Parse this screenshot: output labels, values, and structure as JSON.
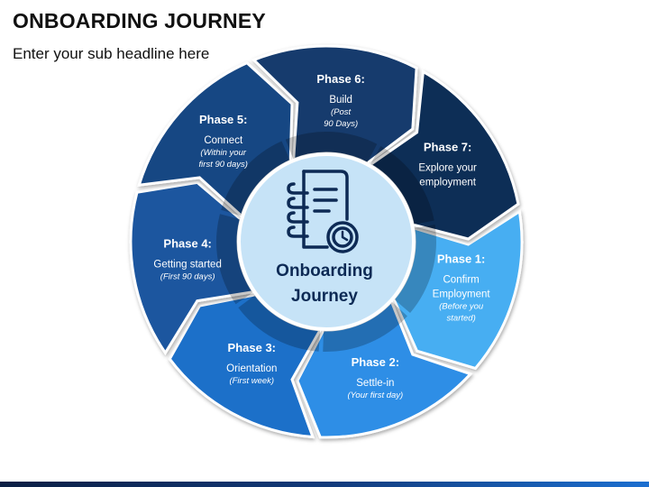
{
  "header": {
    "title": "ONBOARDING JOURNEY",
    "subtitle": "Enter your sub headline here"
  },
  "center": {
    "line1": "Onboarding",
    "line2": "Journey",
    "icon": "notebook-with-clock-icon",
    "fill": "#c6e3f7"
  },
  "phases": [
    {
      "name": "Phase 1:",
      "desc": [
        "Confirm",
        "Employment"
      ],
      "note": [
        "(Before you",
        "started)"
      ],
      "color": "#47aef2"
    },
    {
      "name": "Phase 2:",
      "desc": [
        "Settle-in"
      ],
      "note": [
        "(Your first day)"
      ],
      "color": "#2f8ee6"
    },
    {
      "name": "Phase 3:",
      "desc": [
        "Orientation"
      ],
      "note": [
        "(First week)"
      ],
      "color": "#1f6fc9"
    },
    {
      "name": "Phase 4:",
      "desc": [
        "Getting started"
      ],
      "note": [
        "(First 90 days)"
      ],
      "color": "#1a569f"
    },
    {
      "name": "Phase 5:",
      "desc": [
        "Connect"
      ],
      "note": [
        "(Within your",
        "first 90 days)"
      ],
      "color": "#174683"
    },
    {
      "name": "Phase 6:",
      "desc": [
        "Build"
      ],
      "note": [
        "(Post",
        "90 Days)"
      ],
      "color": "#133a6d"
    },
    {
      "name": "Phase 7:",
      "desc": [
        "Explore your",
        "employment"
      ],
      "note": [],
      "color": "#0f2d57"
    }
  ]
}
